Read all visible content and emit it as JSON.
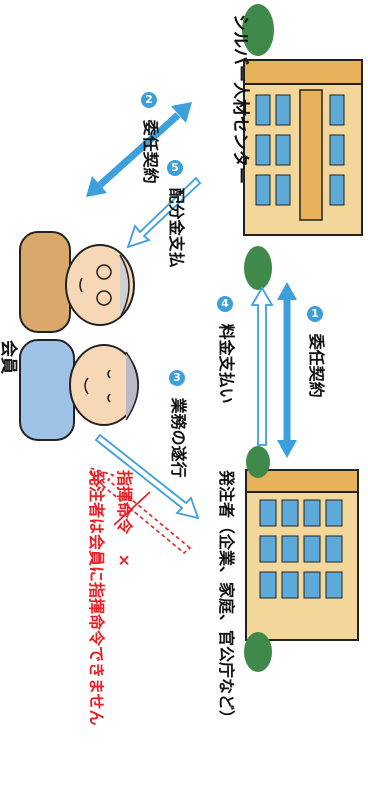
{
  "colors": {
    "blue": "#3ba0db",
    "blue_light": "#8ccbef",
    "red": "#e4222a",
    "building": "#f3d79a",
    "building_shade": "#e8b25a",
    "window": "#5da9d8",
    "outline": "#222222",
    "skin": "#f7d8b6",
    "jacket": "#d9a86a",
    "dress": "#9fc3e6",
    "tree": "#3f8a4a"
  },
  "labels": {
    "silver_center": "シルバー人材センター",
    "client": "発注者（企業、家庭、官公庁など）",
    "member": "会員",
    "contract1": "委任契約",
    "fee_payment": "料金支払い",
    "work_execution": "業務の遂行",
    "contract2": "委任契約",
    "distribution_payment": "配分金支払",
    "command": "指揮命令",
    "cross": "×",
    "note": "発注者は会員に指揮命令できません"
  },
  "steps": {
    "s1": "1",
    "s2": "2",
    "s3": "3",
    "s4": "4",
    "s5": "5"
  },
  "icons": {
    "silver_center_building": "office-building-icon",
    "client_building": "office-tower-icon",
    "members": "elderly-couple-icon"
  }
}
